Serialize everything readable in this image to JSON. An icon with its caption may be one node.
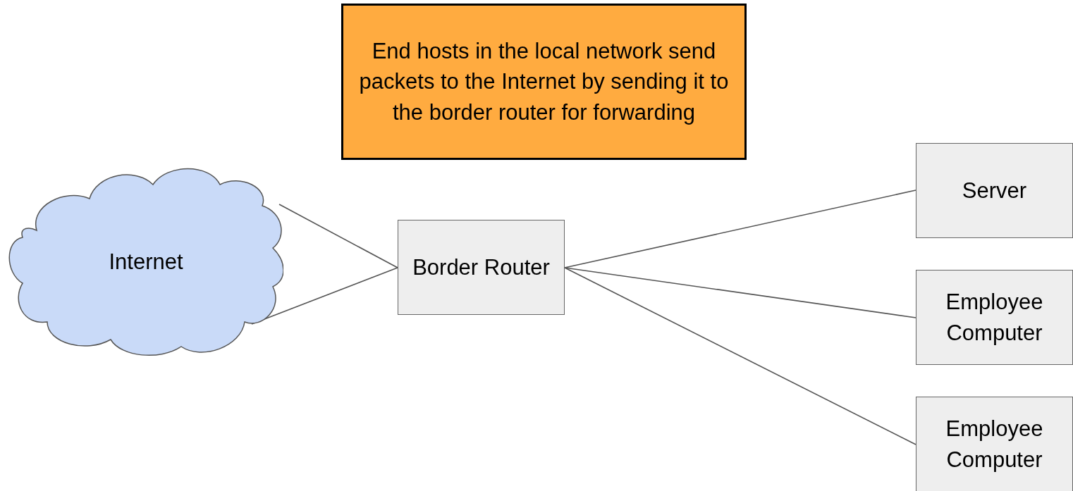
{
  "diagram": {
    "nodes": [
      {
        "text": [
          "End hosts in the local network send packets to the Internet by sending it to the border router for forwarding"
        ]
      },
      {
        "text": [
          "Internet"
        ]
      },
      {
        "text": [
          "Border Router"
        ]
      },
      {
        "text": [
          "Server"
        ]
      },
      {
        "text": [
          "Employee Computer"
        ]
      },
      {
        "text": [
          "Employee Computer"
        ]
      }
    ],
    "edges": [
      {
        "from": 1,
        "to": 2,
        "arrow": "none"
      },
      {
        "from": 1,
        "to": 2,
        "arrow": "none"
      },
      {
        "from": 2,
        "to": 3,
        "arrow": "none"
      },
      {
        "from": 2,
        "to": 4,
        "arrow": "none"
      },
      {
        "from": 2,
        "to": 5,
        "arrow": "none"
      }
    ]
  }
}
